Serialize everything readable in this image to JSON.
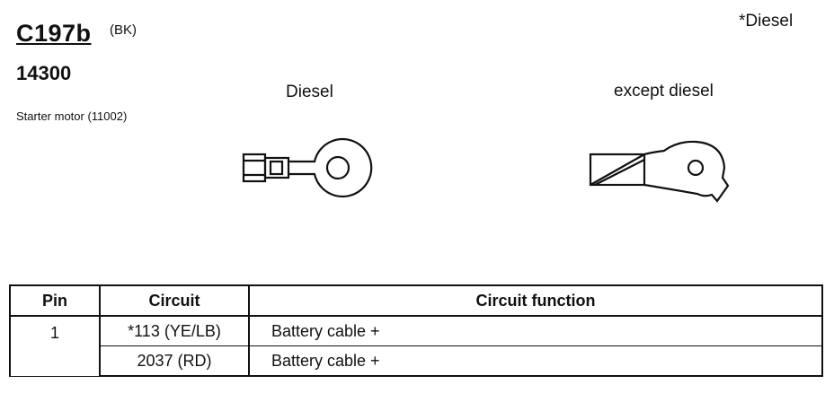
{
  "header": {
    "connector_id": "C197b",
    "color_code": "(BK)",
    "diesel_note": "*Diesel",
    "part_number": "14300",
    "description": "Starter motor (11002)"
  },
  "terminals": {
    "diesel_label": "Diesel",
    "except_label": "except diesel"
  },
  "table": {
    "headers": [
      "Pin",
      "Circuit",
      "Circuit function"
    ],
    "rows": [
      {
        "pin": "1",
        "circuit": "*113 (YE/LB)",
        "function": "Battery cable +"
      },
      {
        "pin": "",
        "circuit": "2037 (RD)",
        "function": "Battery cable +"
      }
    ]
  }
}
